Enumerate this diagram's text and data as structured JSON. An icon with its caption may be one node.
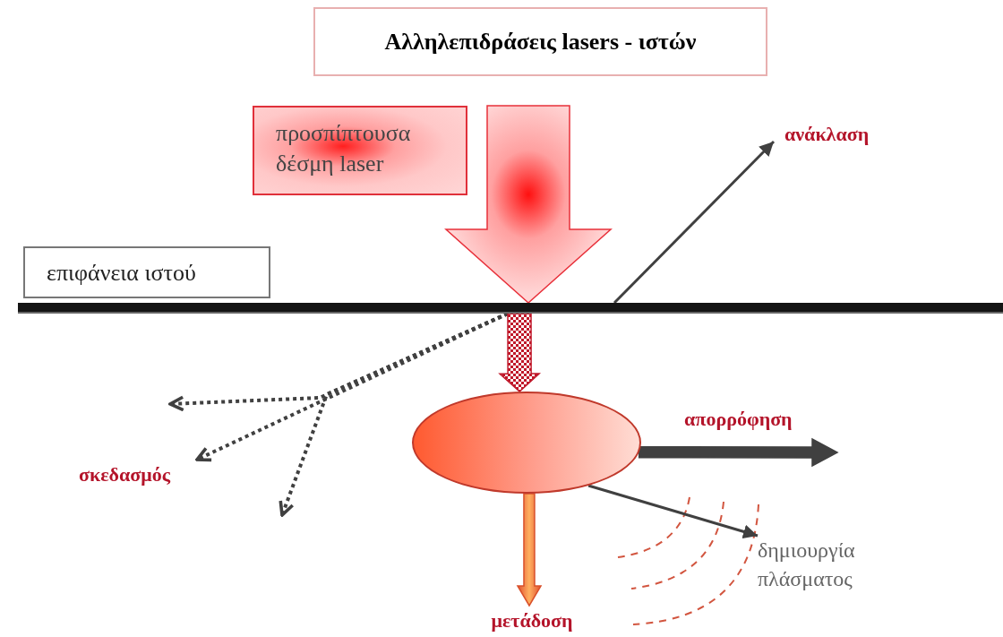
{
  "diagram": {
    "title": "Αλληλεπιδράσεις lasers - ιστών",
    "nodes": [
      {
        "text": [
          "προσπίπτουσα δέσμη laser"
        ]
      },
      {
        "text": [
          "επιφάνεια ιστού"
        ]
      },
      {
        "text": [],
        "shape": "bar"
      },
      {
        "text": [],
        "shape": "ellipse"
      },
      {
        "text": [
          "ανάκλαση"
        ]
      },
      {
        "text": [
          "σκεδασμός"
        ]
      },
      {
        "text": [
          "μετάδοση"
        ]
      },
      {
        "text": [
          "δημιουργία πλάσματος"
        ]
      }
    ],
    "edges": [
      {
        "from": null,
        "to": 2,
        "arrow": "to",
        "style": "thick",
        "color": "#e8303a"
      },
      {
        "from": 2,
        "to": 4,
        "arrow": "to"
      },
      {
        "from": 2,
        "to": null,
        "arrow": "to",
        "style": "dashed"
      },
      {
        "from": 2,
        "to": 5,
        "arrow": "to",
        "style": "dashed"
      },
      {
        "from": 2,
        "to": null,
        "arrow": "to",
        "style": "dashed"
      },
      {
        "from": 2,
        "to": 3,
        "arrow": "to",
        "style": "thick",
        "color": "#c0182a"
      },
      {
        "from": 3,
        "to": null,
        "arrow": "to",
        "label": "απορρόφηση",
        "style": "thick"
      },
      {
        "from": 3,
        "to": 6,
        "arrow": "to",
        "style": "thick",
        "color": "#d9502a"
      },
      {
        "from": 3,
        "to": 7,
        "arrow": "to"
      }
    ]
  }
}
